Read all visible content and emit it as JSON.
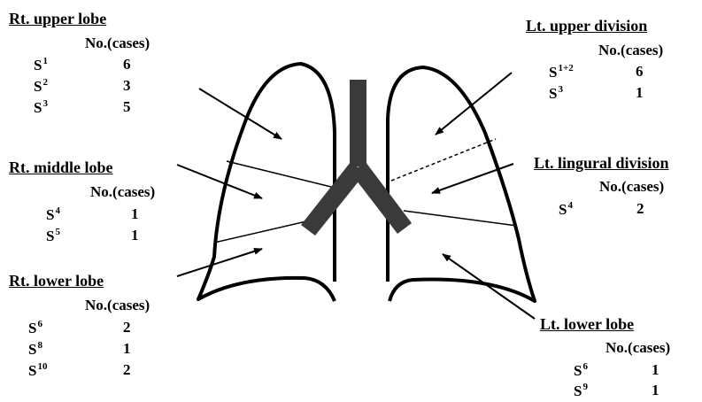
{
  "diagram": {
    "colors": {
      "line": "#000000",
      "bronchus": "#3a3a3a",
      "background": "#ffffff"
    },
    "header_label": "No.(cases)",
    "segment_prefix": "S",
    "lobes": [
      {
        "id": "rt-upper",
        "title": "Rt. upper lobe",
        "rows": [
          {
            "sup": "1",
            "count": "6"
          },
          {
            "sup": "2",
            "count": "3"
          },
          {
            "sup": "3",
            "count": "5"
          }
        ]
      },
      {
        "id": "rt-middle",
        "title": "Rt. middle lobe",
        "rows": [
          {
            "sup": "4",
            "count": "1"
          },
          {
            "sup": "5",
            "count": "1"
          }
        ]
      },
      {
        "id": "rt-lower",
        "title": "Rt. lower lobe",
        "rows": [
          {
            "sup": "6",
            "count": "2"
          },
          {
            "sup": "8",
            "count": "1"
          },
          {
            "sup": "10",
            "count": "2"
          }
        ]
      },
      {
        "id": "lt-upper",
        "title": "Lt. upper division",
        "rows": [
          {
            "sup": "1+2",
            "count": "6"
          },
          {
            "sup": "3",
            "count": "1"
          }
        ]
      },
      {
        "id": "lt-lingular",
        "title": "Lt. lingural division",
        "rows": [
          {
            "sup": "4",
            "count": "2"
          }
        ]
      },
      {
        "id": "lt-lower",
        "title": "Lt. lower lobe",
        "rows": [
          {
            "sup": "6",
            "count": "1"
          },
          {
            "sup": "9",
            "count": "1"
          }
        ]
      }
    ]
  }
}
